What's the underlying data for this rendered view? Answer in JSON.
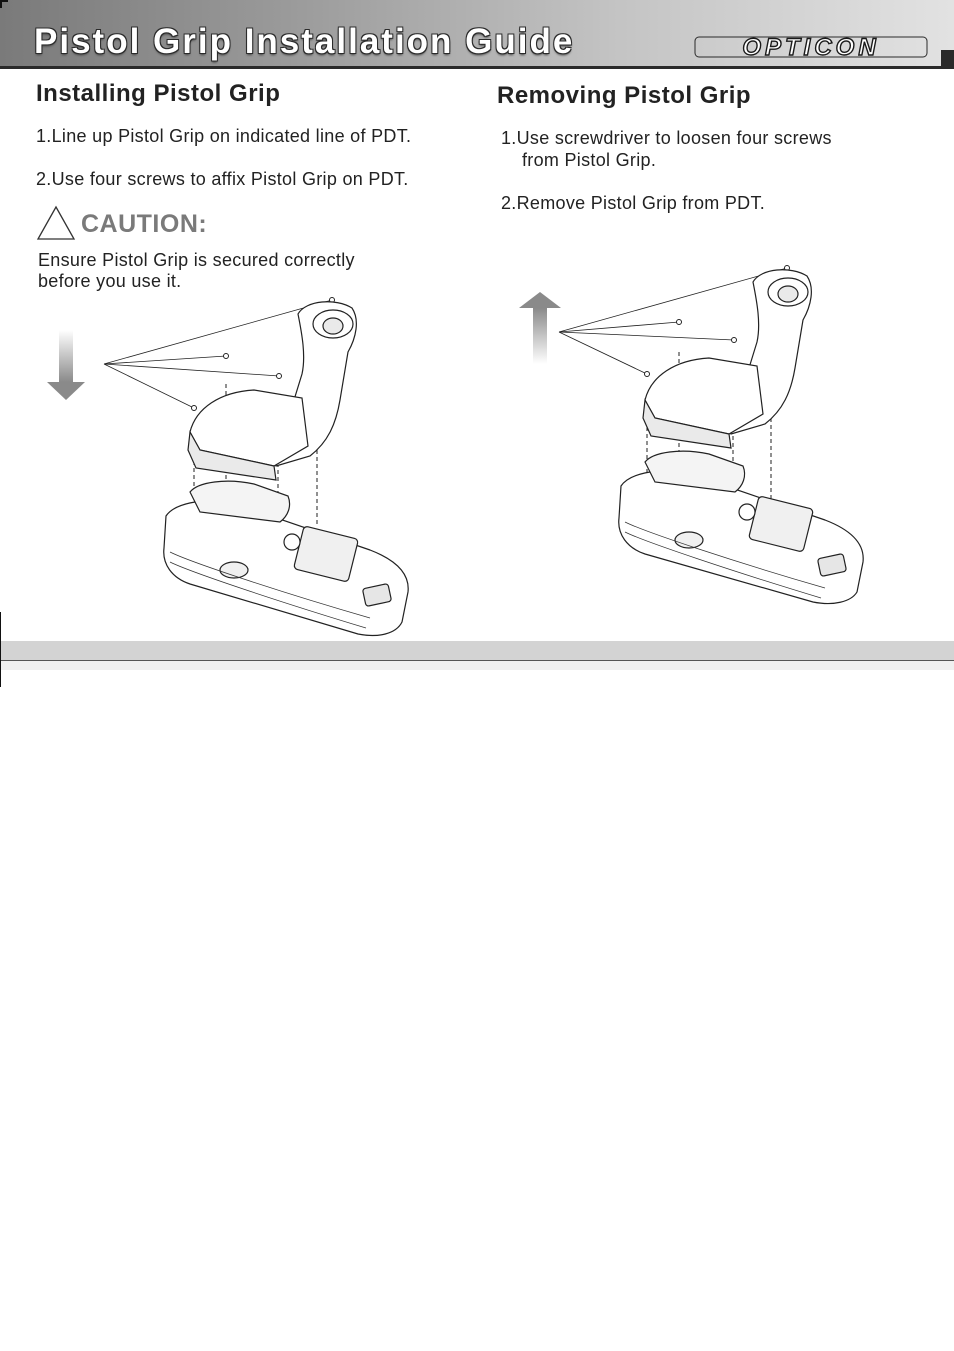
{
  "header": {
    "title": "Pistol Grip Installation Guide",
    "brand": "OPTICON"
  },
  "installing": {
    "title": "Installing Pistol Grip",
    "steps": [
      "1.Line up Pistol Grip on indicated line of PDT.",
      "2.Use four screws to affix Pistol Grip on PDT."
    ],
    "caution_label": "CAUTION:",
    "caution_lines": [
      "Ensure Pistol Grip is secured correctly",
      "before you use it."
    ]
  },
  "removing": {
    "title": "Removing Pistol Grip",
    "steps": [
      "1.Use screwdriver to loosen four screws",
      "from Pistol Grip.",
      "2.Remove Pistol Grip from PDT."
    ]
  },
  "icons": {
    "caution": "warning-triangle-icon",
    "install_arrow": "arrow-down-icon",
    "remove_arrow": "arrow-up-icon"
  },
  "colors": {
    "header_dark": "#7a7a7a",
    "header_light": "#e2e2e2",
    "caution_text": "#7a7a7a",
    "band": "#d3d3d3"
  }
}
